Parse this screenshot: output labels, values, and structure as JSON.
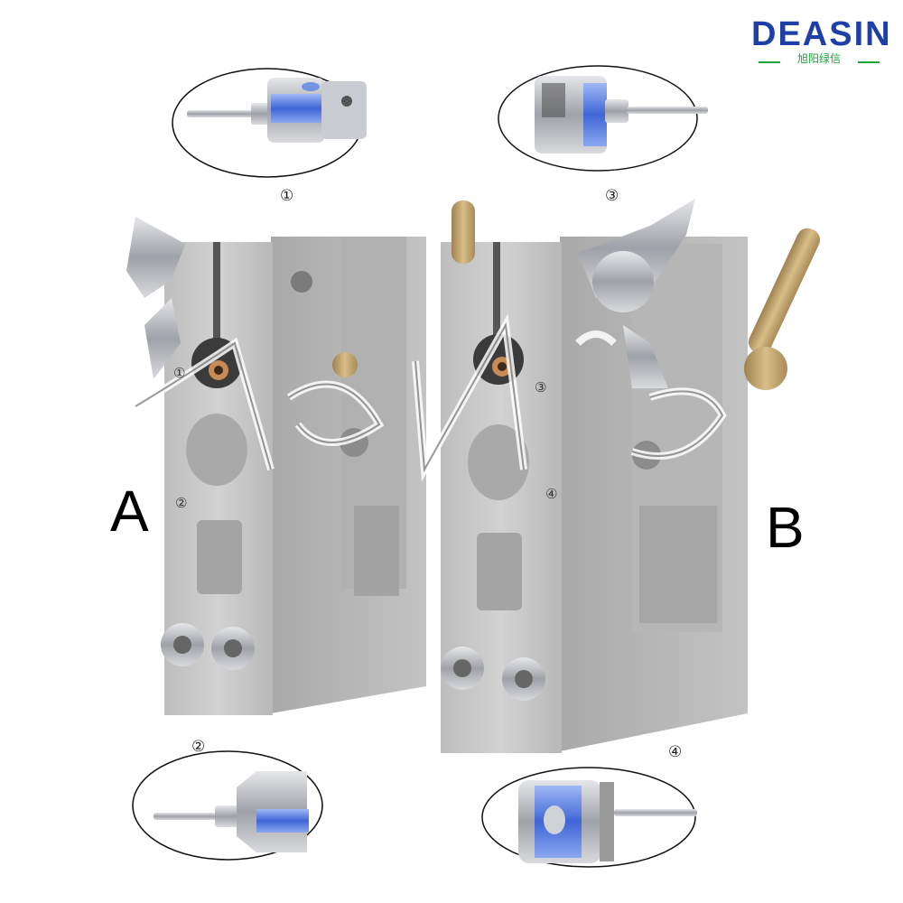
{
  "brand": {
    "name": "DEASIN",
    "subtitle": "旭阳绿信"
  },
  "labels": {
    "top_left_num": "①",
    "top_right_num": "③",
    "bottom_left_num": "②",
    "bottom_right_num": "④",
    "block_a_hole1": "①",
    "block_a_hole2": "②",
    "block_b_hole1": "③",
    "block_b_hole2": "④",
    "block_a_letter": "A",
    "block_b_letter": "B"
  },
  "colors": {
    "aluminum": "#c8c8c8",
    "steel": "#b9bcc1",
    "blue_band": "#4f7ae0",
    "brass": "#c8aa70",
    "brand_blue": "#1f3fa8",
    "brand_green": "#1aa33c"
  }
}
